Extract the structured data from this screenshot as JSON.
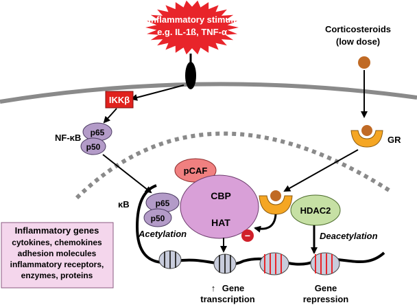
{
  "stimulus": {
    "line1": "Inflammatory stimuli",
    "line2": "e.g. IL-1ß, TNF-α",
    "burst_color": "#e8242a",
    "text_color": "#ffffff"
  },
  "corticosteroids": {
    "line1": "Corticosteroids",
    "line2": "(low dose)"
  },
  "ikk": {
    "label": "IKKβ",
    "color": "#e0211d"
  },
  "nfkb": {
    "label": "NF-κB",
    "p65": "p65",
    "p50": "p50",
    "color": "#b39bc8"
  },
  "gr": {
    "label": "GR",
    "color": "#f5a623"
  },
  "kb_label": "κB",
  "pcaf": {
    "label": "pCAF",
    "color": "#f08080"
  },
  "cbp": {
    "label": "CBP",
    "hat_label": "HAT",
    "color": "#d9a0d8"
  },
  "hdac2": {
    "label": "HDAC2",
    "color": "#c6e0a4"
  },
  "acetylation": "Acetylation",
  "deacetylation": "Deacetylation",
  "inhibit_symbol": "−",
  "gene_transcription": {
    "arrow": "↑",
    "line1": "Gene",
    "line2": "transcription"
  },
  "gene_repression": {
    "line1": "Gene",
    "line2": "repression"
  },
  "inflammatory_genes": {
    "title": "Inflammatory genes",
    "items": [
      "cytokines, chemokines",
      "adhesion molecules",
      "inflammatory receptors,",
      "enzymes, proteins"
    ],
    "bg_color": "#f4d6ec"
  }
}
